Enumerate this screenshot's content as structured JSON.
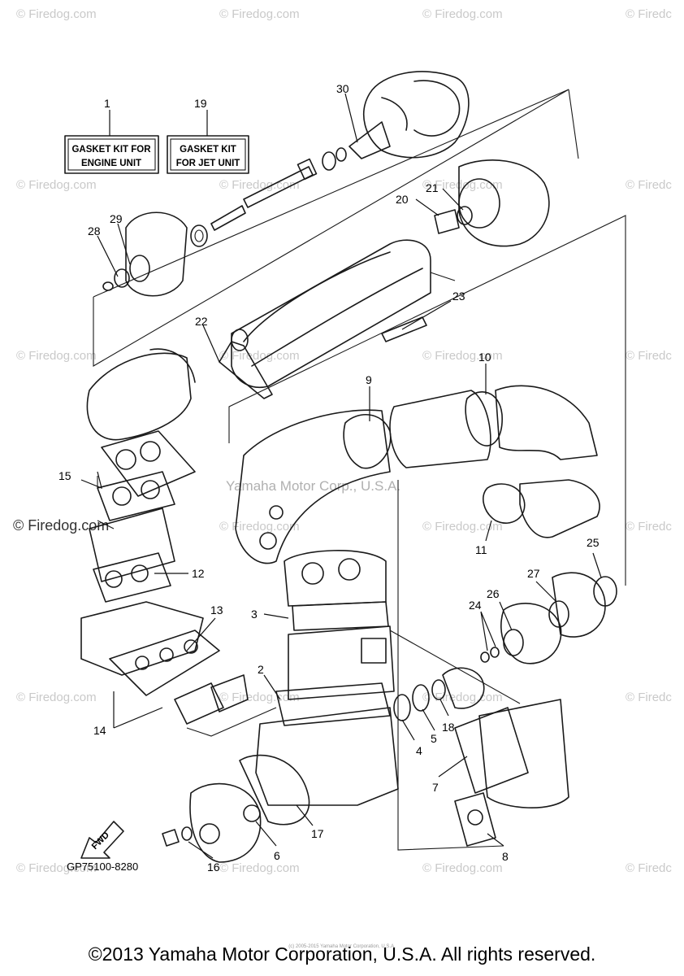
{
  "watermarks": {
    "text": "© Firedog.com",
    "edge_text": "© Firedc",
    "left_text": "© Firedog.com"
  },
  "kits": {
    "engine_unit": {
      "line1": "GASKET KIT FOR",
      "line2": "ENGINE UNIT"
    },
    "jet_unit": {
      "line1": "GASKET KIT",
      "line2": "FOR JET UNIT"
    }
  },
  "callouts": [
    "1",
    "2",
    "3",
    "4",
    "5",
    "6",
    "7",
    "8",
    "9",
    "10",
    "11",
    "12",
    "13",
    "14",
    "15",
    "16",
    "17",
    "18",
    "19",
    "20",
    "21",
    "22",
    "23",
    "24",
    "25",
    "26",
    "27",
    "28",
    "29",
    "30"
  ],
  "fwd_label": "FWD",
  "diagram_code": "GP75100-8280",
  "center_watermark": "Yamaha Motor Corp., U.S.A.",
  "tiny_copyright": "(c) 2005-2015 Yamaha Motor Corporation, U.S.A.",
  "copyright": "©2013 Yamaha Motor Corporation, U.S.A. All rights reserved."
}
